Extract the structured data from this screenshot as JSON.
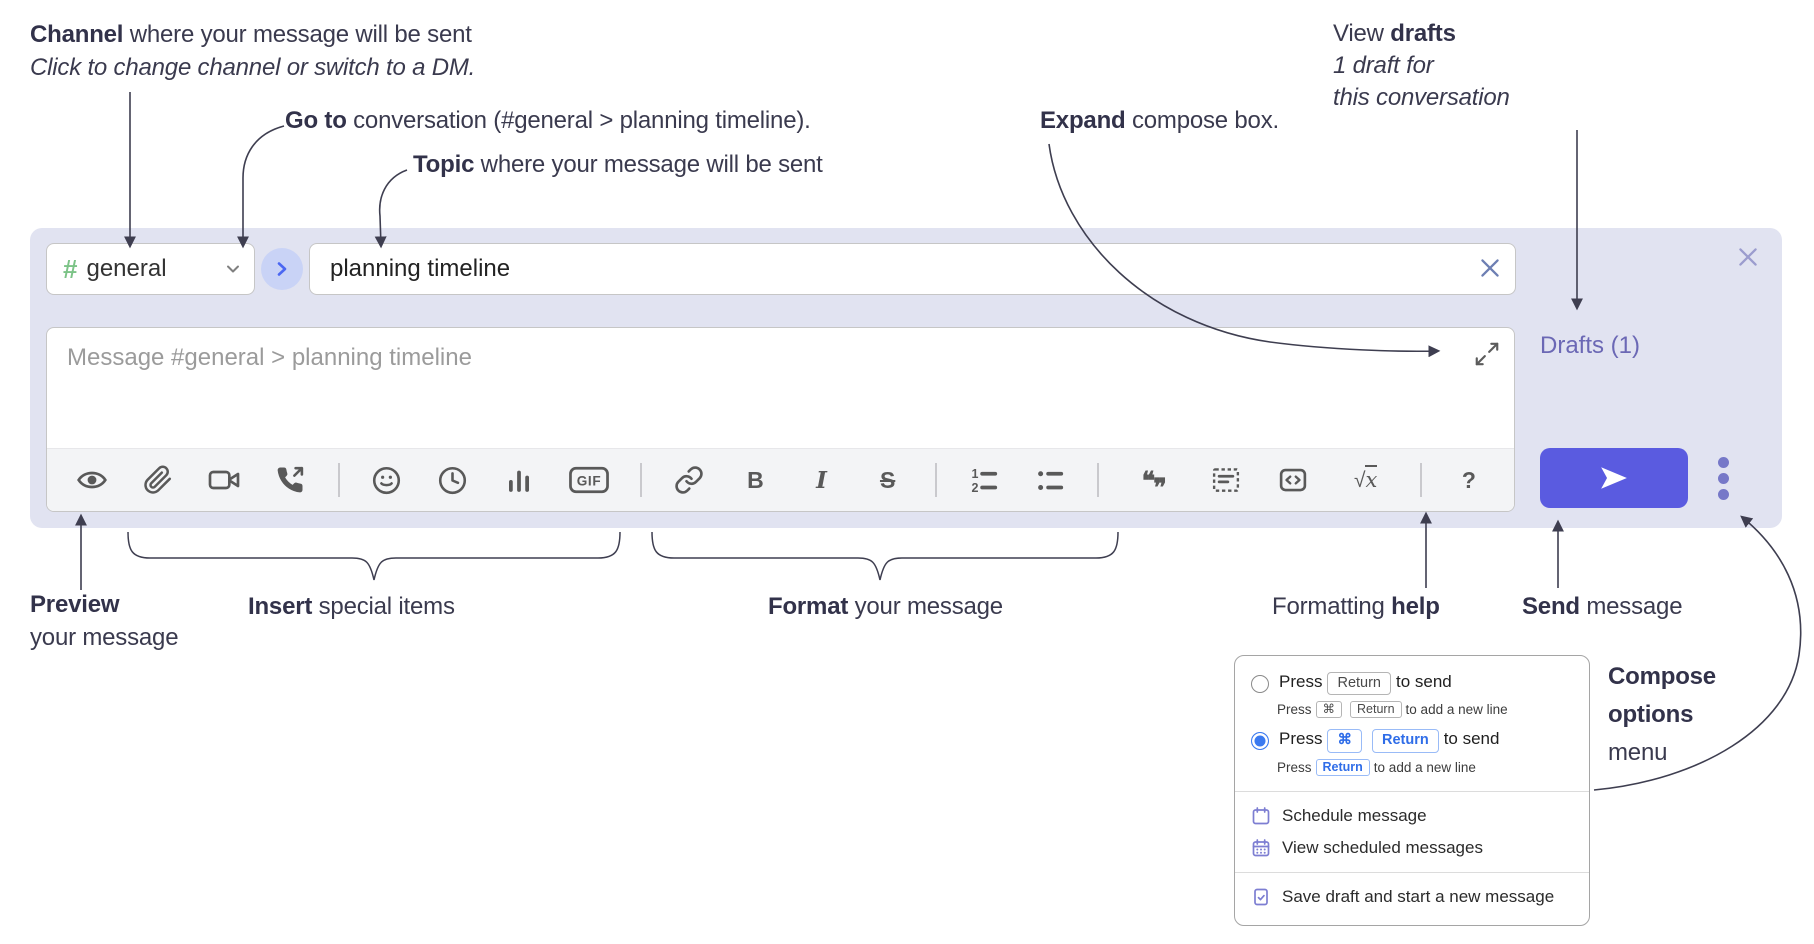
{
  "annotations": {
    "channel": {
      "bold": "Channel",
      "rest": " where your message will be sent",
      "sub": "Click to change channel or switch to a DM."
    },
    "goto": {
      "bold": "Go to",
      "rest": " conversation (#general > planning timeline)."
    },
    "topic": {
      "bold": "Topic",
      "rest": " where your message will be sent"
    },
    "expand": {
      "bold": "Expand",
      "rest": " compose box."
    },
    "drafts": {
      "pre": "View ",
      "bold": "drafts",
      "line2": "1 draft for",
      "line3": "this conversation"
    },
    "preview": {
      "bold": "Preview",
      "line2": "your message"
    },
    "insert": {
      "bold": "Insert",
      "rest": " special items"
    },
    "format": {
      "bold": "Format",
      "rest": " your message"
    },
    "help": {
      "pre": "Formatting ",
      "bold": "help"
    },
    "send": {
      "bold": "Send",
      "rest": " message"
    },
    "compose_options": {
      "line1": "Compose",
      "line2": "options",
      "line3": "menu"
    }
  },
  "compose": {
    "channel": {
      "hash": "#",
      "name": "general"
    },
    "topic": {
      "value": "planning timeline"
    },
    "message": {
      "placeholder": "Message #general > planning timeline"
    },
    "drafts_link": "Drafts (1)",
    "toolbar": {
      "gif": "GIF",
      "bold": "B",
      "italic": "I",
      "strike": "S",
      "ol1": "1",
      "ol2": "2",
      "quote_open": "❝",
      "quote_close": "❞",
      "math_sqrt": "√",
      "math_x": "x",
      "help": "?"
    },
    "icons": [
      "preview",
      "attach-file",
      "video-call",
      "voice-call",
      "emoji",
      "time",
      "poll",
      "gif",
      "link",
      "bold",
      "italic",
      "strikethrough",
      "numbered-list",
      "bulleted-list",
      "quote",
      "spoiler",
      "code",
      "math",
      "help"
    ]
  },
  "menu": {
    "option_return": {
      "press": "Press",
      "key1": "Return",
      "tail": "to send",
      "sub_press": "Press",
      "sub_key1": "⌘",
      "sub_key2": "Return",
      "sub_tail": "to add a new line"
    },
    "option_cmd_return": {
      "press": "Press",
      "key1": "⌘",
      "key2": "Return",
      "tail": "to send",
      "sub_press": "Press",
      "sub_key1": "Return",
      "sub_tail": "to add a new line"
    },
    "schedule": "Schedule message",
    "view_scheduled": "View scheduled messages",
    "save_draft": "Save draft and start a new message"
  },
  "colors": {
    "panel_bg": "#e1e3f1",
    "send_button": "#5a5be0",
    "drafts_link": "#6b68b5",
    "channel_hash": "#7cc387",
    "goto_circle_bg": "#c9d3f6",
    "goto_chevron": "#4b67f2",
    "radio_selected": "#3b7af0",
    "key_highlight": "#2f6de8",
    "menu_icon": "#7d7ed2",
    "toolbar_icon": "#595959",
    "annotation_text": "#3a3a4e"
  }
}
